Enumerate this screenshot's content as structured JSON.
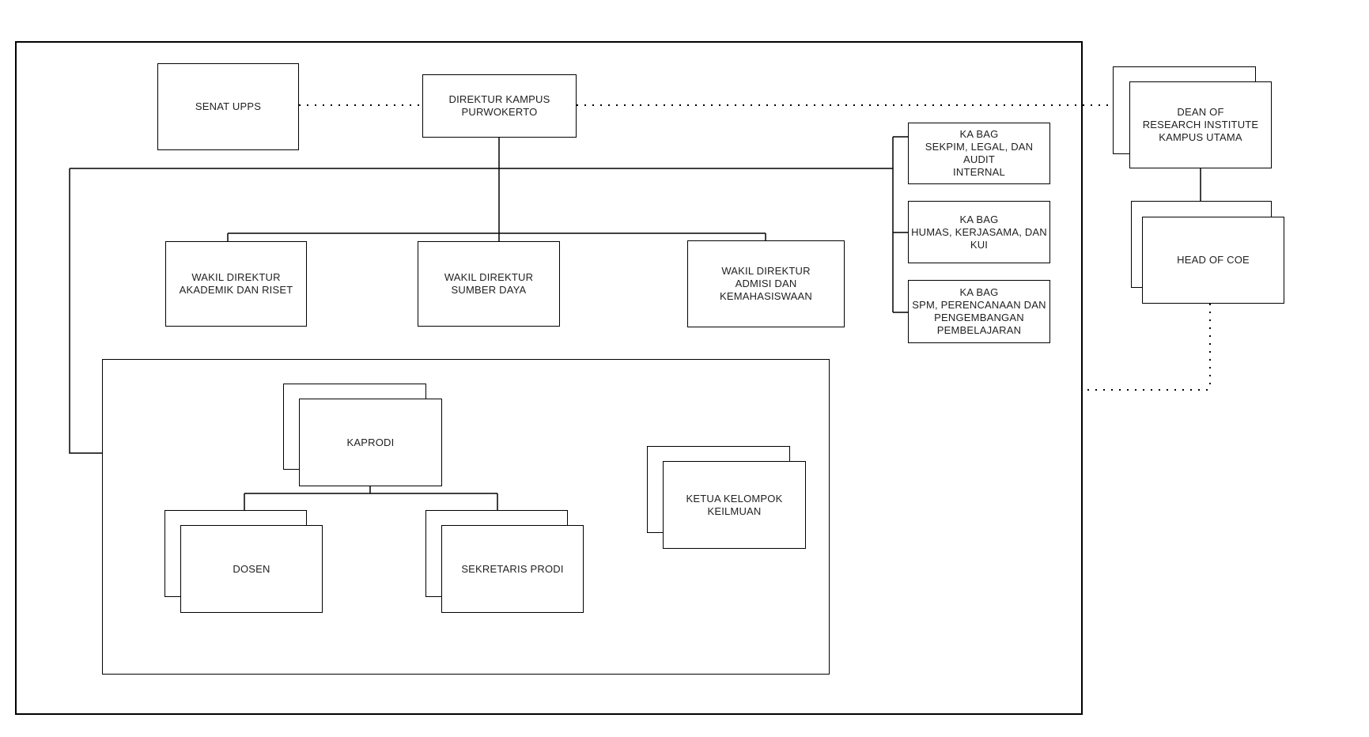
{
  "canvas": {
    "background_color": "#ffffff",
    "line_color": "#000000",
    "text_color": "#1f1f1f"
  },
  "nodes": {
    "senat_upps": {
      "label": "SENAT UPPS"
    },
    "direktur_kampus": {
      "label": "DIREKTUR KAMPUS\nPURWOKERTO"
    },
    "wakil_akademik": {
      "label": "WAKIL DIREKTUR\nAKADEMIK DAN RISET"
    },
    "wakil_sumber_daya": {
      "label": "WAKIL DIREKTUR\nSUMBER DAYA"
    },
    "wakil_admisi": {
      "label": "WAKIL DIREKTUR\nADMISI DAN KEMAHASISWAAN"
    },
    "kabag_sekpim": {
      "label": "KA BAG\nSEKPIM, LEGAL, DAN AUDIT\nINTERNAL"
    },
    "kabag_humas": {
      "label": "KA BAG\nHUMAS, KERJASAMA, DAN\nKUI"
    },
    "kabag_spm": {
      "label": "KA BAG\nSPM, PERENCANAAN DAN\nPENGEMBANGAN\nPEMBELAJARAN"
    },
    "kaprodi": {
      "label": "KAPRODI",
      "stacked": true
    },
    "dosen": {
      "label": "DOSEN",
      "stacked": true
    },
    "sekretaris_prodi": {
      "label": "SEKRETARIS PRODI",
      "stacked": true
    },
    "ketua_kelompok_keilmuan": {
      "label": "KETUA KELOMPOK\nKEILMUAN",
      "stacked": true
    },
    "dean_research_institute": {
      "label": "DEAN OF\nRESEARCH INSTITUTE\nKAMPUS UTAMA",
      "stacked": true
    },
    "head_of_coe": {
      "label": "HEAD OF COE",
      "stacked": true
    }
  },
  "edges": [
    {
      "from": "senat_upps",
      "to": "direktur_kampus",
      "style": "dotted"
    },
    {
      "from": "direktur_kampus",
      "to": "dean_research_institute",
      "style": "dotted"
    },
    {
      "from": "direktur_kampus",
      "to": "wakil_akademik",
      "style": "solid"
    },
    {
      "from": "direktur_kampus",
      "to": "wakil_sumber_daya",
      "style": "solid"
    },
    {
      "from": "direktur_kampus",
      "to": "wakil_admisi",
      "style": "solid"
    },
    {
      "from": "direktur_kampus",
      "to": "kabag_sekpim",
      "style": "solid"
    },
    {
      "from": "direktur_kampus",
      "to": "kabag_humas",
      "style": "solid"
    },
    {
      "from": "direktur_kampus",
      "to": "kabag_spm",
      "style": "solid"
    },
    {
      "from": "direktur_kampus",
      "to": "inner_container",
      "style": "solid"
    },
    {
      "from": "kaprodi",
      "to": "dosen",
      "style": "solid"
    },
    {
      "from": "kaprodi",
      "to": "sekretaris_prodi",
      "style": "solid"
    },
    {
      "from": "dean_research_institute",
      "to": "head_of_coe",
      "style": "solid"
    },
    {
      "from": "head_of_coe",
      "to": "outer_container",
      "style": "dotted"
    }
  ]
}
